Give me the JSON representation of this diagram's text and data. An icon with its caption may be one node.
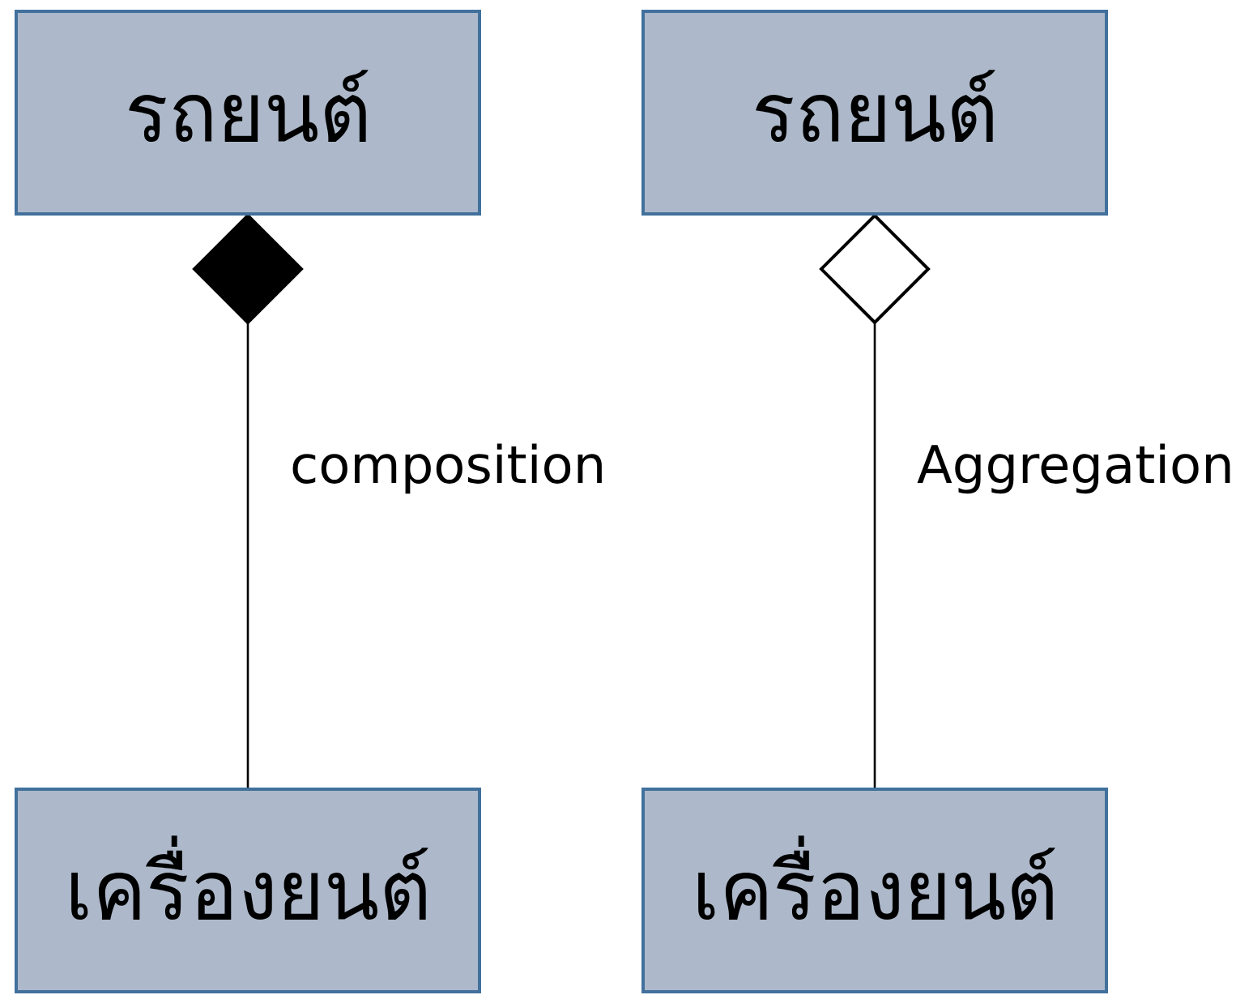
{
  "diagram": {
    "nodes": [
      {
        "text": [
          "รถยนต์"
        ]
      },
      {
        "text": [
          "รถยนต์"
        ]
      },
      {
        "text": [
          "เครื่องยนต์"
        ]
      },
      {
        "text": [
          "เครื่องยนต์"
        ]
      }
    ],
    "edges": [
      {
        "from": 2,
        "to": 0,
        "arrow": "other",
        "label": "composition"
      },
      {
        "from": 3,
        "to": 1,
        "arrow": "other",
        "label": "Aggregation"
      }
    ]
  }
}
